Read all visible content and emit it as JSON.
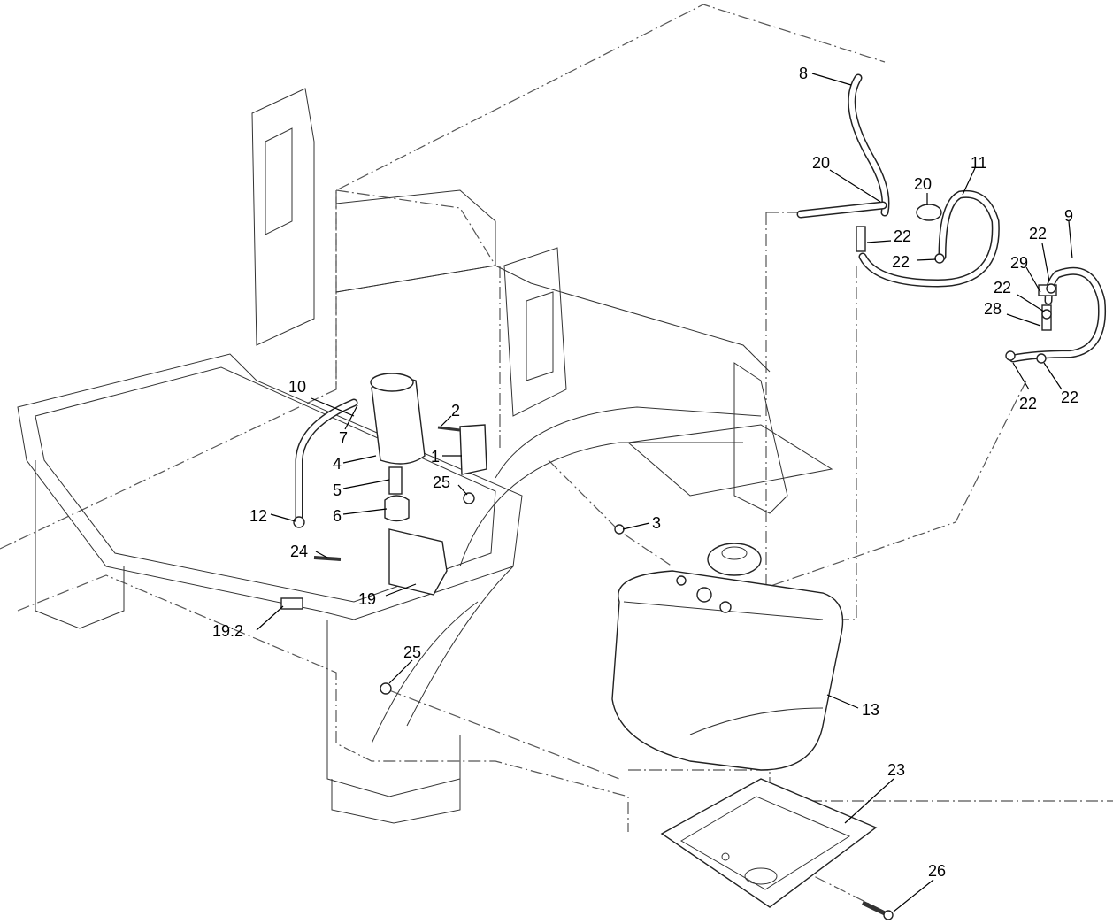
{
  "callouts": [
    {
      "id": "c1",
      "text": "1"
    },
    {
      "id": "c2",
      "text": "2"
    },
    {
      "id": "c3",
      "text": "3"
    },
    {
      "id": "c4",
      "text": "4"
    },
    {
      "id": "c5",
      "text": "5"
    },
    {
      "id": "c6",
      "text": "6"
    },
    {
      "id": "c7",
      "text": "7"
    },
    {
      "id": "c8",
      "text": "8"
    },
    {
      "id": "c9",
      "text": "9"
    },
    {
      "id": "c10",
      "text": "10"
    },
    {
      "id": "c11",
      "text": "11"
    },
    {
      "id": "c12",
      "text": "12"
    },
    {
      "id": "c13",
      "text": "13"
    },
    {
      "id": "c19",
      "text": "19"
    },
    {
      "id": "c19b",
      "text": "19:2"
    },
    {
      "id": "c20a",
      "text": "20"
    },
    {
      "id": "c20b",
      "text": "20"
    },
    {
      "id": "c22a",
      "text": "22"
    },
    {
      "id": "c22b",
      "text": "22"
    },
    {
      "id": "c22c",
      "text": "22"
    },
    {
      "id": "c22d",
      "text": "22"
    },
    {
      "id": "c22e",
      "text": "22"
    },
    {
      "id": "c22f",
      "text": "22"
    },
    {
      "id": "c23",
      "text": "23"
    },
    {
      "id": "c24",
      "text": "24"
    },
    {
      "id": "c25a",
      "text": "25"
    },
    {
      "id": "c25b",
      "text": "25"
    },
    {
      "id": "c26",
      "text": "26"
    },
    {
      "id": "c28",
      "text": "28"
    },
    {
      "id": "c29",
      "text": "29"
    }
  ]
}
